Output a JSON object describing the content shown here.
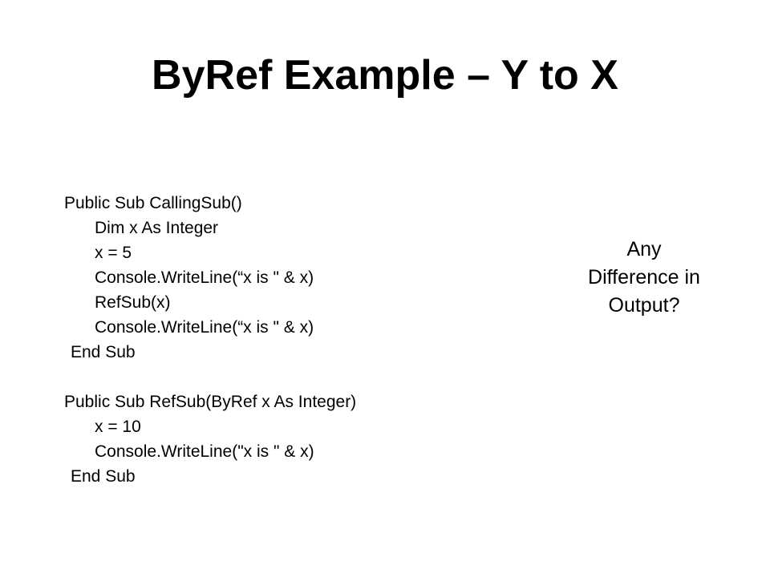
{
  "slide": {
    "title": "ByRef Example – Y to X",
    "code_lines": [
      {
        "indent": "0",
        "text": "Public Sub CallingSub()"
      },
      {
        "indent": "1",
        "text": "Dim x As Integer"
      },
      {
        "indent": "1",
        "text": "x = 5"
      },
      {
        "indent": "1",
        "text": "Console.WriteLine(“x is \" & x)"
      },
      {
        "indent": "1",
        "text": "RefSub(x)"
      },
      {
        "indent": "1",
        "text": "Console.WriteLine(“x is \" & x)"
      },
      {
        "indent": "end",
        "text": "End Sub"
      },
      {
        "indent": "blank",
        "text": ""
      },
      {
        "indent": "0",
        "text": "Public Sub RefSub(ByRef x As Integer)"
      },
      {
        "indent": "1",
        "text": "x = 10"
      },
      {
        "indent": "1",
        "text": "Console.WriteLine(\"x is \" & x)"
      },
      {
        "indent": "end",
        "text": "End Sub"
      }
    ],
    "question_lines": [
      "Any",
      "Difference in",
      "Output?"
    ]
  }
}
